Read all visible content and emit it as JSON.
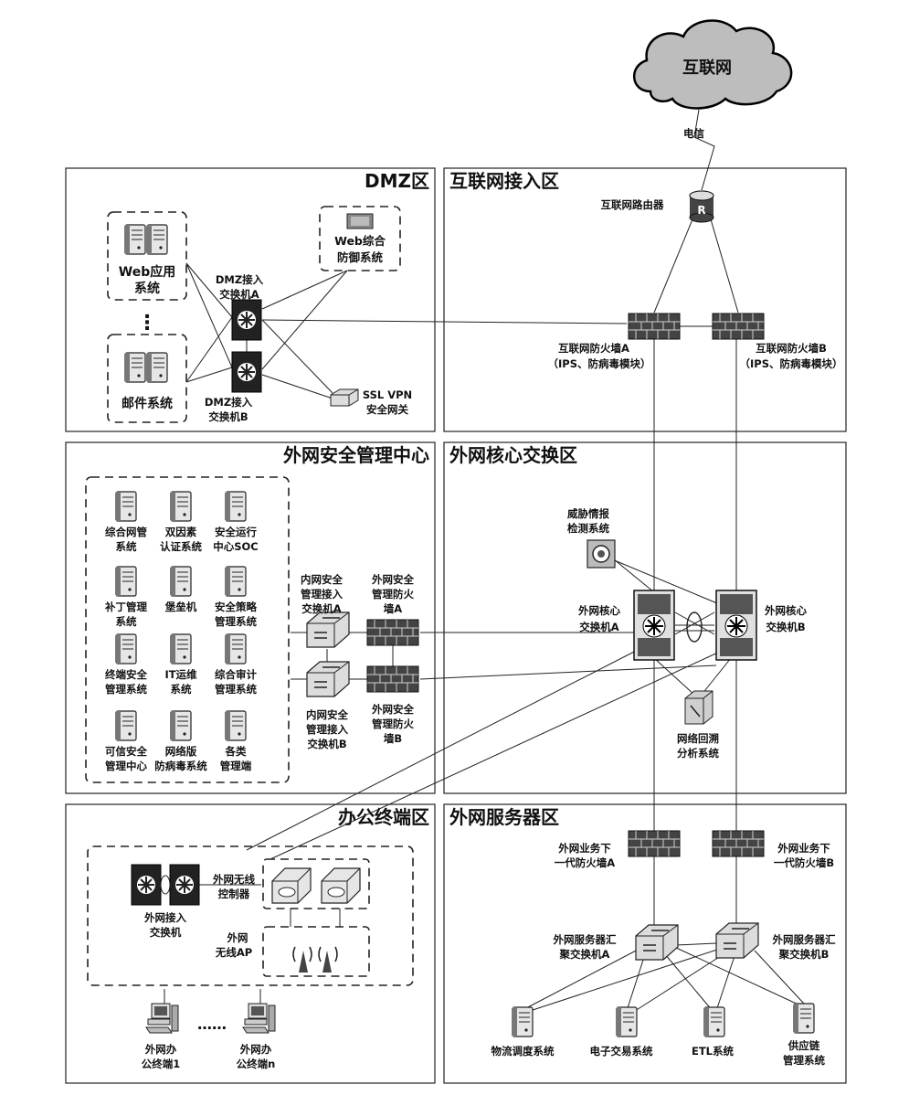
{
  "zones": {
    "dmz": "DMZ区",
    "internet_access": "互联网接入区",
    "security_center": "外网安全管理中心",
    "core": "外网核心交换区",
    "office": "办公终端区",
    "server": "外网服务器区"
  },
  "internet": {
    "cloud": "互联网",
    "link": "电信"
  },
  "devices": {
    "router": "互联网路由器",
    "fw_a": [
      "互联网防火墙A",
      "（IPS、防病毒模块）"
    ],
    "fw_b": [
      "互联网防火墙B",
      "（IPS、防病毒模块）"
    ],
    "web_app": [
      "Web应用",
      "系统"
    ],
    "ellipsis_v": "⋮",
    "mail": "邮件系统",
    "web_defense": [
      "Web综合",
      "防御系统"
    ],
    "dmz_sw_a": [
      "DMZ接入",
      "交换机A"
    ],
    "dmz_sw_b": [
      "DMZ接入",
      "交换机B"
    ],
    "vpn": [
      "SSL VPN",
      "安全网关"
    ],
    "mgmt": [
      [
        "综合网管",
        "系统"
      ],
      [
        "双因素",
        "认证系统"
      ],
      [
        "安全运行",
        "中心SOC"
      ],
      [
        "补丁管理",
        "系统"
      ],
      [
        "堡垒机"
      ],
      [
        "安全策略",
        "管理系统"
      ],
      [
        "终端安全",
        "管理系统"
      ],
      [
        "IT运维",
        "系统"
      ],
      [
        "综合审计",
        "管理系统"
      ],
      [
        "可信安全",
        "管理中心"
      ],
      [
        "网络版",
        "防病毒系统"
      ],
      [
        "各类",
        "管理端"
      ]
    ],
    "in_sec_sw_a": [
      "内网安全",
      "管理接入",
      "交换机A"
    ],
    "in_sec_sw_b": [
      "内网安全",
      "管理接入",
      "交换机B"
    ],
    "out_sec_fw_a": [
      "外网安全",
      "管理防火",
      "墙A"
    ],
    "out_sec_fw_b": [
      "外网安全",
      "管理防火",
      "墙B"
    ],
    "threat": [
      "威胁情报",
      "检测系统"
    ],
    "core_a": [
      "外网核心",
      "交换机A"
    ],
    "core_b": [
      "外网核心",
      "交换机B"
    ],
    "trace": [
      "网络回溯",
      "分析系统"
    ],
    "biz_fw_a": [
      "外网业务下",
      "一代防火墙A"
    ],
    "biz_fw_b": [
      "外网业务下",
      "一代防火墙B"
    ],
    "srv_sw_a": [
      "外网服务器汇",
      "聚交换机A"
    ],
    "srv_sw_b": [
      "外网服务器汇",
      "聚交换机B"
    ],
    "servers": [
      [
        "物流调度系统"
      ],
      [
        "电子交易系统"
      ],
      [
        "ETL系统"
      ],
      [
        "供应链",
        "管理系统"
      ]
    ],
    "access_sw": [
      "外网接入",
      "交换机"
    ],
    "wlc": [
      "外网无线",
      "控制器"
    ],
    "ap": [
      "外网",
      "无线AP"
    ],
    "pc1": [
      "外网办",
      "公终端1"
    ],
    "pcn": [
      "外网办",
      "公终端n"
    ],
    "pc_ellipsis": "……"
  }
}
